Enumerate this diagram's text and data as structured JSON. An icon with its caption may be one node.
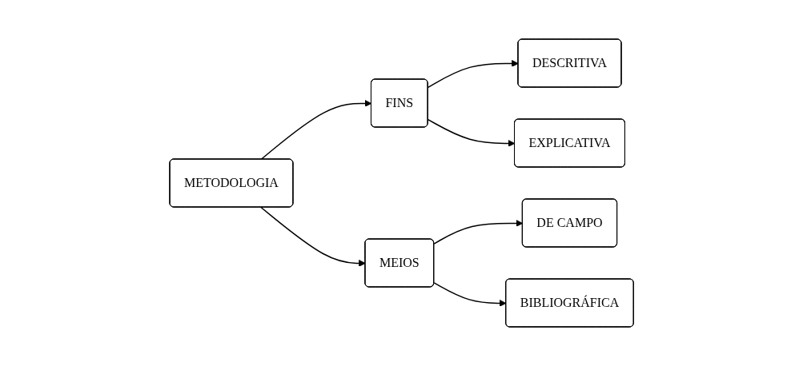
{
  "diagram": {
    "nodes": [
      {
        "text": [
          "METODOLOGIA"
        ]
      },
      {
        "text": [
          "FINS"
        ]
      },
      {
        "text": [
          "DESCRITIVA"
        ]
      },
      {
        "text": [
          "EXPLICATIVA"
        ]
      },
      {
        "text": [
          "MEIOS"
        ]
      },
      {
        "text": [
          "DE CAMPO"
        ]
      },
      {
        "text": [
          "BIBLIOGRÁFICA"
        ]
      }
    ],
    "edges": [
      {
        "from": 0,
        "to": 1,
        "arrow": "to"
      },
      {
        "from": 0,
        "to": 4,
        "arrow": "to"
      },
      {
        "from": 1,
        "to": 2,
        "arrow": "to"
      },
      {
        "from": 1,
        "to": 3,
        "arrow": "to"
      },
      {
        "from": 4,
        "to": 5,
        "arrow": "to"
      },
      {
        "from": 4,
        "to": 6,
        "arrow": "to"
      }
    ]
  }
}
